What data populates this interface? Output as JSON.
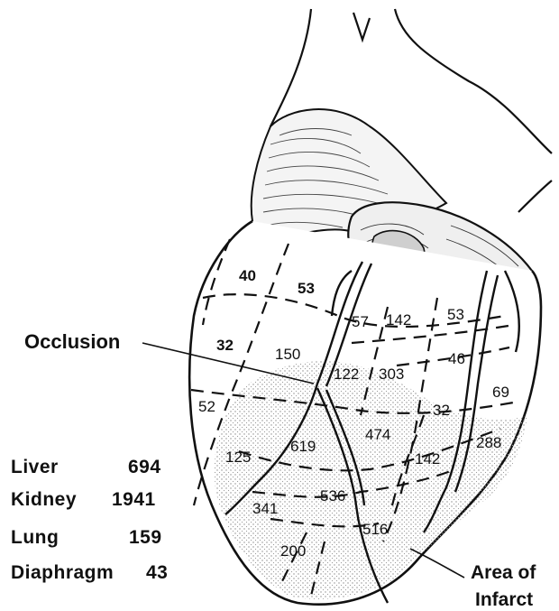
{
  "labels": {
    "occlusion": "Occlusion",
    "area_of": "Area of",
    "infarct": "Infarct"
  },
  "segments": {
    "s40": "40",
    "s53a": "53",
    "s57": "57",
    "s142a": "142",
    "s53b": "53",
    "s32a": "32",
    "s150": "150",
    "s122": "122",
    "s303": "303",
    "s46": "46",
    "s52": "52",
    "s69": "69",
    "s32b": "32",
    "s474": "474",
    "s288": "288",
    "s125": "125",
    "s619": "619",
    "s142b": "142",
    "s536": "536",
    "s341": "341",
    "s516": "516",
    "s200": "200"
  },
  "legend": [
    {
      "organ": "Liver",
      "value": "694"
    },
    {
      "organ": "Kidney",
      "value": "1941"
    },
    {
      "organ": "Lung",
      "value": "159"
    },
    {
      "organ": "Diaphragm",
      "value": "43"
    }
  ],
  "colors": {
    "ink": "#111111",
    "infarct_stipple": "#bdbdbd",
    "background": "#ffffff"
  }
}
